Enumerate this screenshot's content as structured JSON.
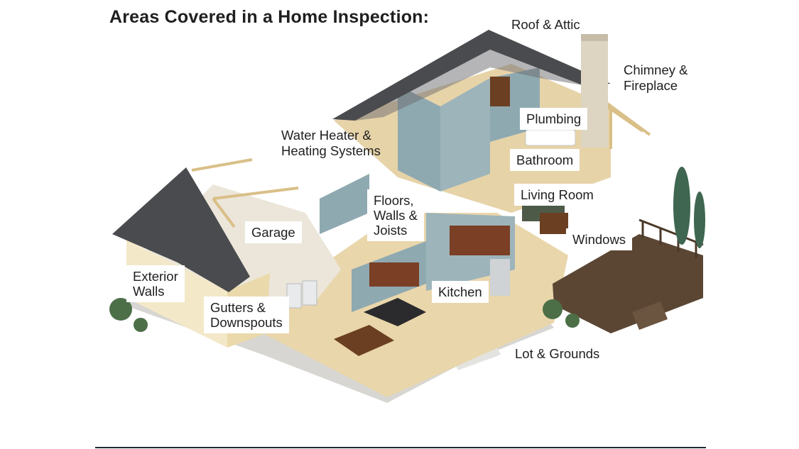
{
  "title": "Areas Covered in a Home Inspection:",
  "labels": {
    "roof_attic": "Roof & Attic",
    "chimney": [
      "Chimney &",
      "Fireplace"
    ],
    "plumbing": "Plumbing",
    "water_heater": [
      "Water Heater &",
      "Heating Systems"
    ],
    "bathroom": "Bathroom",
    "living_room": "Living Room",
    "floors": [
      "Floors,",
      "Walls &",
      "Joists"
    ],
    "garage": "Garage",
    "windows": "Windows",
    "exterior_walls": [
      "Exterior",
      "Walls"
    ],
    "kitchen": "Kitchen",
    "gutters": [
      "Gutters &",
      "Downspouts"
    ],
    "lot_grounds": "Lot & Grounds"
  },
  "colors": {
    "roof": "#4a4b4e",
    "floor": "#e9d6ab",
    "wall_blue": "#8fa9b1",
    "wall_cream": "#f3e8c8",
    "deck": "#5b4634",
    "shrub": "#4c6f48",
    "tree": "#3f6650",
    "cabinet": "#7a3f25",
    "foundation": "#d7d6d2"
  }
}
